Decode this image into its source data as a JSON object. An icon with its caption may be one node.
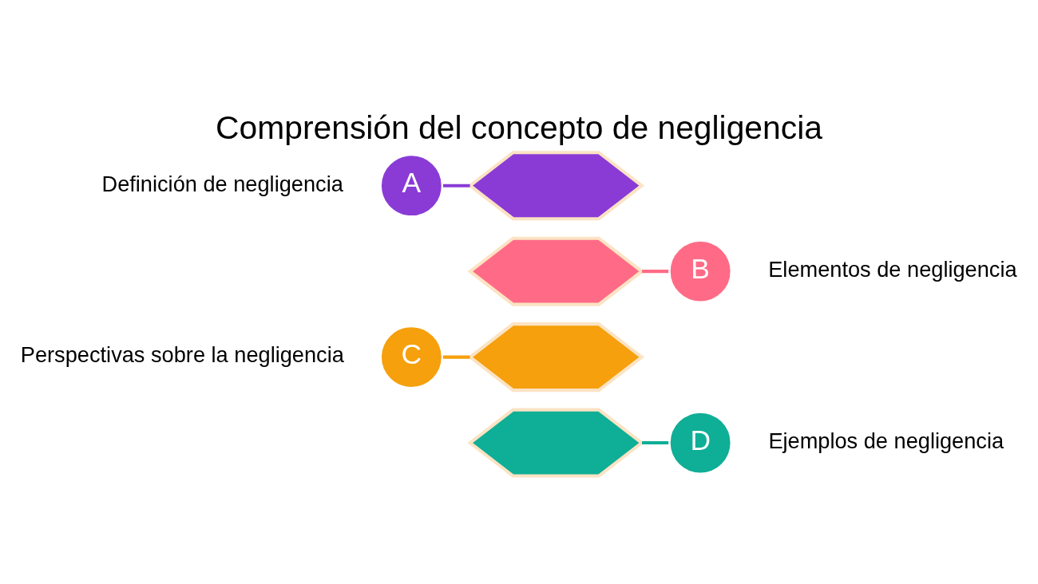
{
  "diagram": {
    "title": "Comprensión del concepto de negligencia",
    "nodes": [
      {
        "text": [],
        "shape": "hexagon"
      },
      {
        "text": [
          "A"
        ],
        "beside": [
          "Definición de negligencia"
        ]
      },
      {
        "text": [],
        "shape": "hexagon"
      },
      {
        "text": [
          "B"
        ],
        "beside": [
          "Elementos de negligencia"
        ]
      },
      {
        "text": [],
        "shape": "hexagon"
      },
      {
        "text": [
          "C"
        ],
        "beside": [
          "Perspectivas sobre la negligencia"
        ]
      },
      {
        "text": [],
        "shape": "hexagon"
      },
      {
        "text": [
          "D"
        ],
        "beside": [
          "Ejemplos de negligencia"
        ]
      }
    ],
    "edges": [
      {
        "from": 1,
        "to": 0,
        "arrow": "none",
        "color": "#8a3bd6"
      },
      {
        "from": 3,
        "to": 2,
        "arrow": "none",
        "color": "#ff6b86"
      },
      {
        "from": 5,
        "to": 4,
        "arrow": "none",
        "color": "#f5a00c"
      },
      {
        "from": 7,
        "to": 6,
        "arrow": "none",
        "color": "#0fae96"
      }
    ]
  }
}
